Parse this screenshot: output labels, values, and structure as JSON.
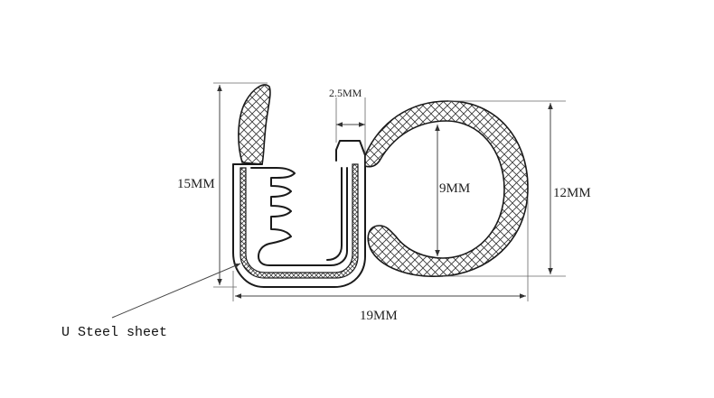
{
  "dimensions": {
    "height_total": "15MM",
    "width_total": "19MM",
    "gap": "2.5MM",
    "inner_diameter": "9MM",
    "bulb_height": "12MM"
  },
  "callout": {
    "label": "U Steel sheet"
  },
  "colors": {
    "line": "#1a1a1a",
    "background": "#ffffff"
  }
}
